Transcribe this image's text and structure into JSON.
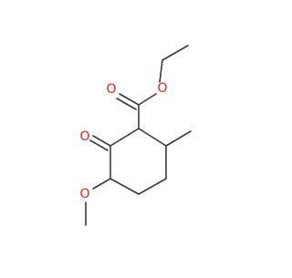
{
  "molecule": {
    "atom_labels": {
      "ester_carbonyl_oxygen": "O",
      "ester_oxygen": "O",
      "ketone_oxygen": "O",
      "methoxy_oxygen": "O"
    },
    "colors": {
      "bond": "#3a3a3a",
      "oxygen": "#e8201a",
      "background": "#ffffff"
    }
  }
}
